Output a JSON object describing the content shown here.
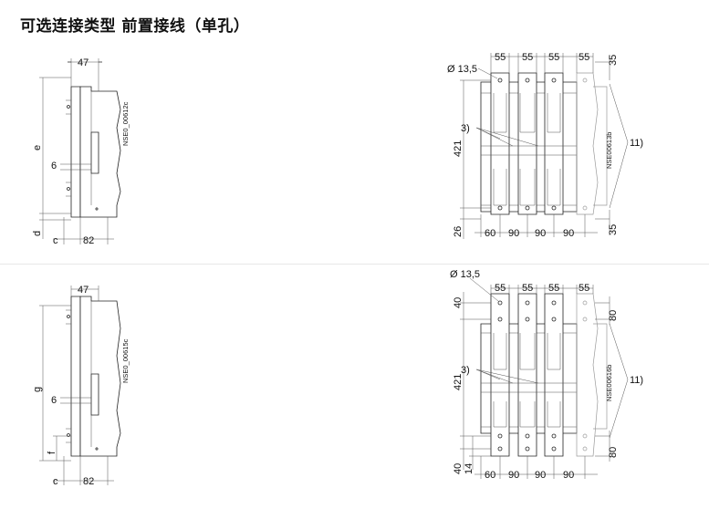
{
  "title": "可选连接类型 前置接线（单孔）",
  "top_left": {
    "dim_47": "47",
    "dim_e": "e",
    "dim_6": "6",
    "dim_d": "d",
    "dim_c": "c",
    "dim_82": "82",
    "code": "NSE0_00612c"
  },
  "bottom_left": {
    "dim_47": "47",
    "dim_g": "g",
    "dim_6": "6",
    "dim_f": "f",
    "dim_c": "c",
    "dim_82": "82",
    "code": "NSE0_00615c"
  },
  "top_right": {
    "hole": "Ø 13,5",
    "dim_55": [
      "55",
      "55",
      "55",
      "55"
    ],
    "dim_35_top": "35",
    "dim_35_bottom": "35",
    "dim_421": "421",
    "dim_26": "26",
    "dim_60": "60",
    "dim_90": [
      "90",
      "90",
      "90"
    ],
    "note_3": "3)",
    "note_11": "11)",
    "code": "NSE00613b"
  },
  "bottom_right": {
    "hole": "Ø 13,5",
    "dim_55": [
      "55",
      "55",
      "55",
      "55"
    ],
    "dim_40_top": "40",
    "dim_80_top": "80",
    "dim_80_bottom": "80",
    "dim_421": "421",
    "dim_40_bottom": "40",
    "dim_14": "14",
    "dim_60": "60",
    "dim_90": [
      "90",
      "90",
      "90"
    ],
    "note_3": "3)",
    "note_11": "11)",
    "code": "NSE00616b"
  }
}
